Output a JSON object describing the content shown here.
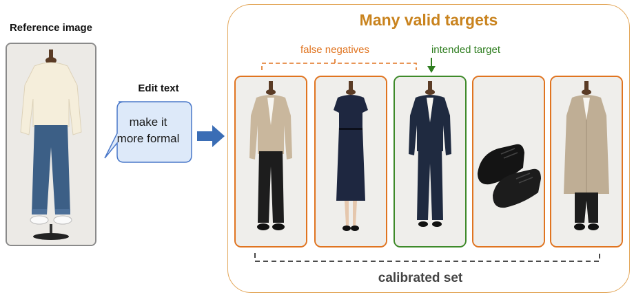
{
  "reference": {
    "title": "Reference image"
  },
  "edit": {
    "title": "Edit text",
    "line1": "make it",
    "line2": "more formal"
  },
  "targets": {
    "title": "Many valid targets",
    "false_negatives_label": "false negatives",
    "intended_target_label": "intended target",
    "calibrated_set_label": "calibrated set",
    "cards": [
      {
        "item": "beige-blazer-outfit",
        "status": "false negative"
      },
      {
        "item": "navy-dress",
        "status": "false negative"
      },
      {
        "item": "navy-suit",
        "status": "intended target"
      },
      {
        "item": "black-oxford-shoes",
        "status": "false negative"
      },
      {
        "item": "camel-coat-outfit",
        "status": "false negative"
      }
    ]
  },
  "colors": {
    "orange": "#e07420",
    "green": "#3e8a2a",
    "gold": "#c9831e",
    "arrow_blue": "#3a6db5",
    "bubble_fill": "#dde9f9",
    "bubble_stroke": "#4a78c9"
  }
}
